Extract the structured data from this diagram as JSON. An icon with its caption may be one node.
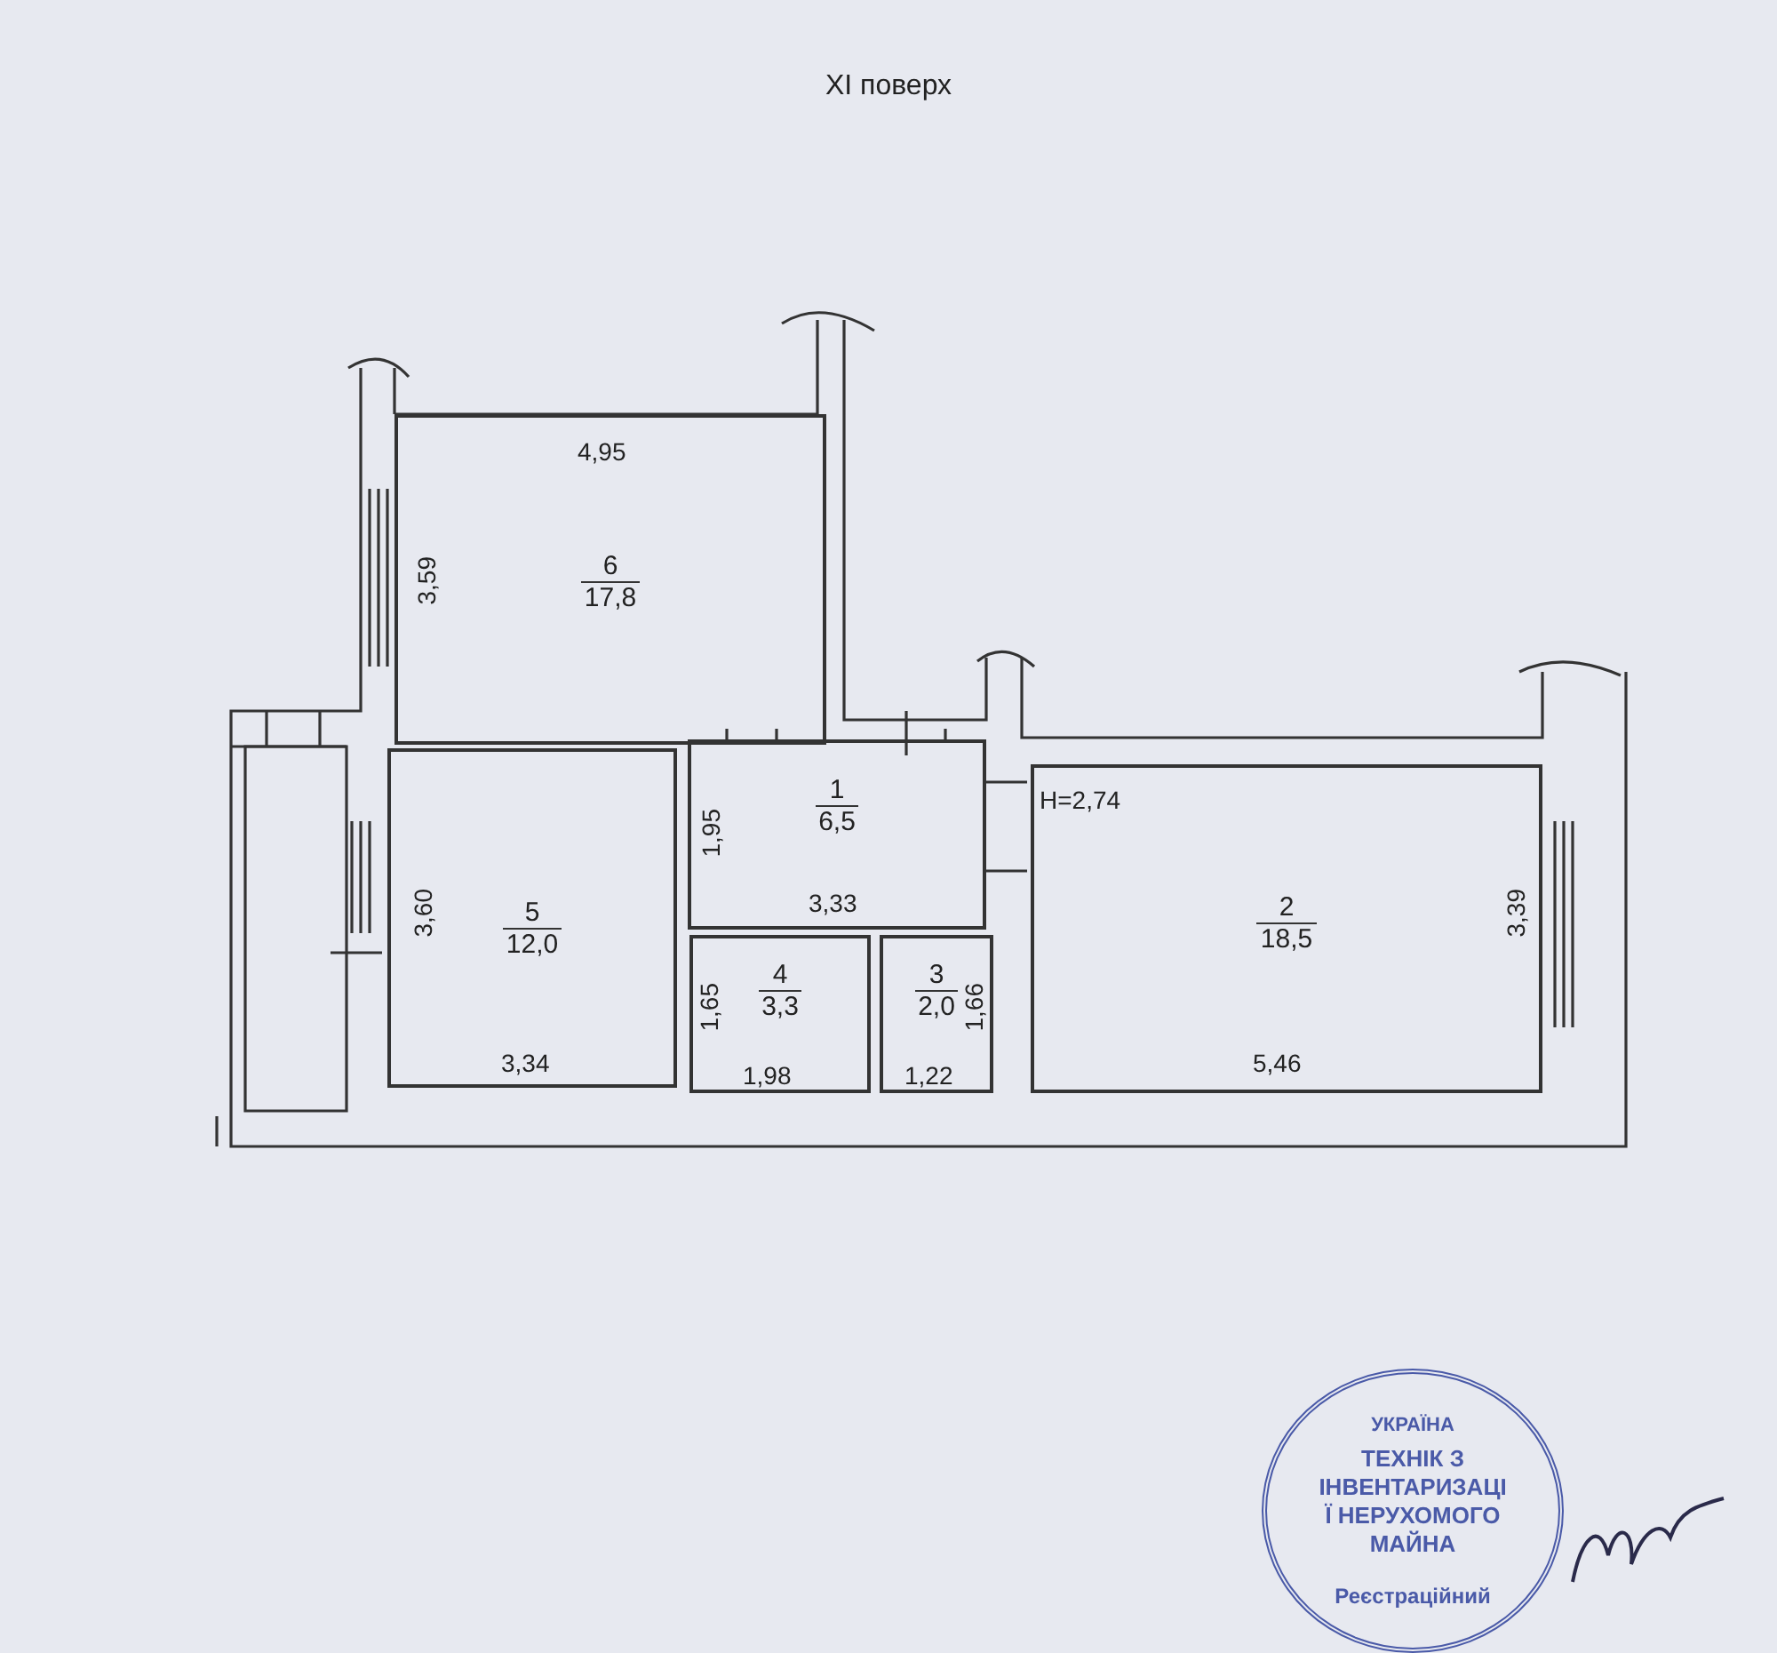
{
  "diagram": {
    "title": "XI поверх",
    "nodes": [
      {
        "text": [
          "6",
          "17,8"
        ]
      },
      {
        "text": [
          "1",
          "6,5"
        ]
      },
      {
        "text": [
          "2",
          "18,5"
        ]
      },
      {
        "text": [
          "5",
          "12,0"
        ]
      },
      {
        "text": [
          "4",
          "3,3"
        ]
      },
      {
        "text": [
          "3",
          "2,0"
        ]
      },
      {
        "text": [
          "УКРАЇНА",
          "ТЕХНІК З ІНВЕНТАРИЗАЦІЇ НЕРУХОМОГО МАЙНА",
          "Реєстраційний"
        ]
      }
    ],
    "labels": [
      "4,95",
      "3,59",
      "1,95",
      "3,33",
      "H=2,74",
      "3,39",
      "3,60",
      "3,34",
      "1,65",
      "1,98",
      "1,66",
      "1,22",
      "5,46"
    ]
  }
}
